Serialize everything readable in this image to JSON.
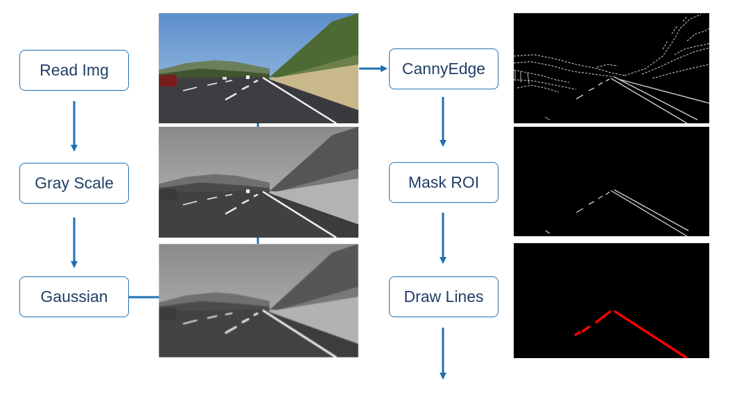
{
  "colors": {
    "box_border": "#1f6fb2",
    "box_text": "#1f3f66",
    "arrow": "#1f6fb2",
    "lane_line": "#ff0000"
  },
  "steps": {
    "read_img": "Read Img",
    "gray_scale": "Gray Scale",
    "gaussian": "Gaussian",
    "canny_edge": "CannyEdge",
    "mask_roi": "Mask ROI",
    "draw_lines": "Draw Lines"
  }
}
